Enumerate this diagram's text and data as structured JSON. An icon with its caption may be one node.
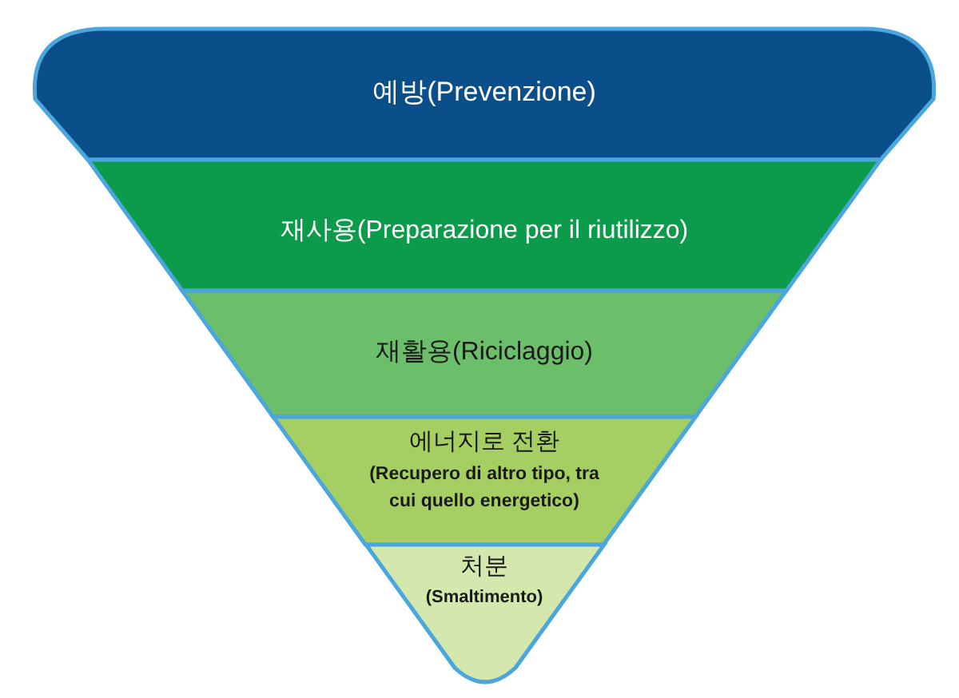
{
  "diagram": {
    "nodes": [
      {
        "text": [
          "예방(Prevenzione)"
        ]
      },
      {
        "text": [
          "재사용(Preparazione per il riutilizzo)"
        ]
      },
      {
        "text": [
          "재활용(Riciclaggio)"
        ]
      },
      {
        "text": [
          "에너지로 전환",
          "(Recupero di altro tipo, tra cui quello energetico)"
        ]
      },
      {
        "text": [
          "처분",
          "(Smaltimento)"
        ]
      }
    ]
  }
}
